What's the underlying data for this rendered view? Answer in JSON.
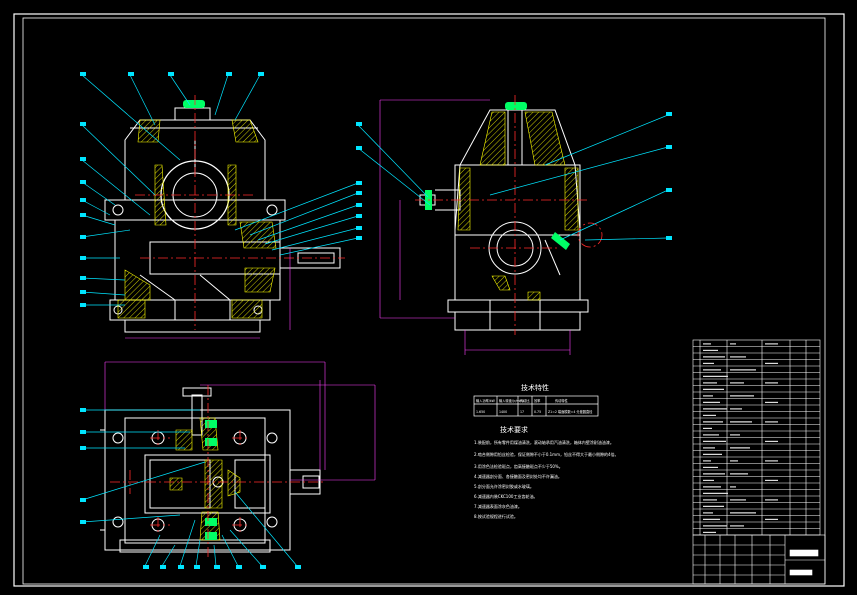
{
  "drawing": {
    "tech_spec_title": "技术特性",
    "tech_req_title": "技术要求",
    "spec_table": {
      "headers": [
        "输入功率/kW",
        "输入转速/(r/min)",
        "传动比",
        "效率",
        "传动特性"
      ],
      "row": [
        "1.650",
        "1400",
        "17",
        "0.75",
        "Z1=2 端面模数=4 分度圆直径"
      ]
    },
    "requirements": [
      "1.装配前，所有零件用煤油清洗，滚动轴承用汽油清洗，箱体内壁涂耐油油漆。",
      "2.啮合侧隙用铅丝检验，保证侧隙不小于0.1mm，铅丝不得大于最小侧隙的4倍。",
      "3.用涂色法检验斑点，齿高接触斑点不少于50%。",
      "4.减速器剖分面、各接触面及密封处均不许漏油。",
      "5.剖分面允许涂密封胶或水玻璃。",
      "6.减速器内装CKC100工业齿轮油。",
      "7.减速器表面涂灰色油漆。",
      "8.按试验规程进行试验。"
    ],
    "colors": {
      "background": "#000000",
      "outline": "#ffffff",
      "center_line": "#ff2b2b",
      "leader": "#00e5ff",
      "hatch": "#ffff00",
      "part": "#00ff66",
      "dimension": "#ff40ff"
    }
  }
}
